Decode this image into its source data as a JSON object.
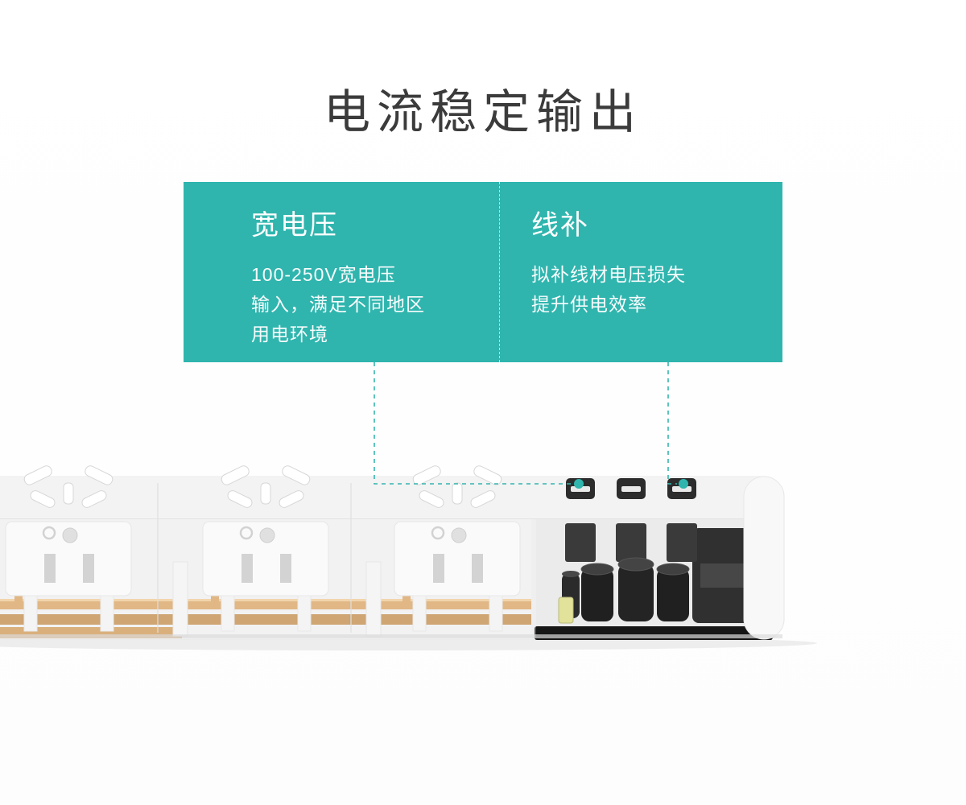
{
  "page": {
    "title": "电流稳定输出"
  },
  "colors": {
    "accent_teal": "#2fb5ae",
    "title_text": "#3b3b3b",
    "card_background": "#2fb5ae",
    "card_text": "#ffffff",
    "callout_line": "#35b5af"
  },
  "info_card": {
    "columns": [
      {
        "heading": "宽电压",
        "lines": [
          "100-250V宽电压",
          "输入，满足不同地区",
          "用电环境"
        ]
      },
      {
        "heading": "线补",
        "lines": [
          "拟补线材电压损失",
          "提升供电效率"
        ]
      }
    ]
  },
  "product": {
    "socket_module_count": 3,
    "usb_port_count": 3,
    "callout_marker_count": 2
  }
}
